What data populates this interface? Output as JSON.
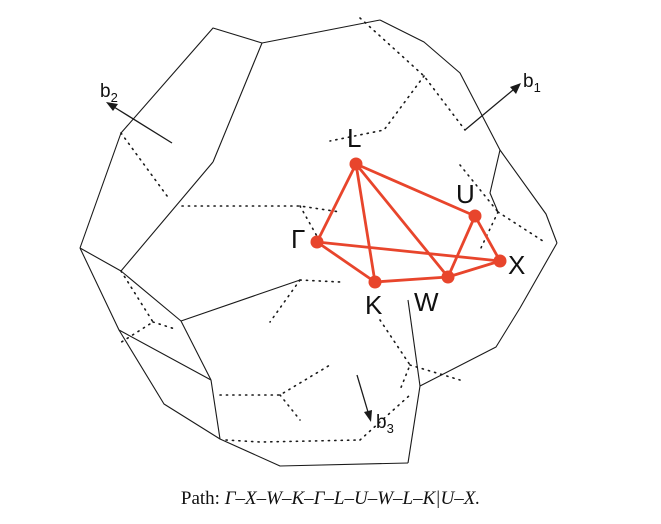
{
  "colors": {
    "path": "#e8452c",
    "edges": "#1a1a1a"
  },
  "points": {
    "L": "L",
    "U": "U",
    "gamma": "Γ",
    "X": "X",
    "K": "K",
    "W": "W"
  },
  "vectors": {
    "b1": {
      "base": "b",
      "sub": "1"
    },
    "b2": {
      "base": "b",
      "sub": "2"
    },
    "b3": {
      "base": "b",
      "sub": "3"
    }
  },
  "caption": {
    "prefix": "Path: ",
    "sequence": "Γ–X–W–K–Γ–L–U–W–L–K|U–X."
  }
}
